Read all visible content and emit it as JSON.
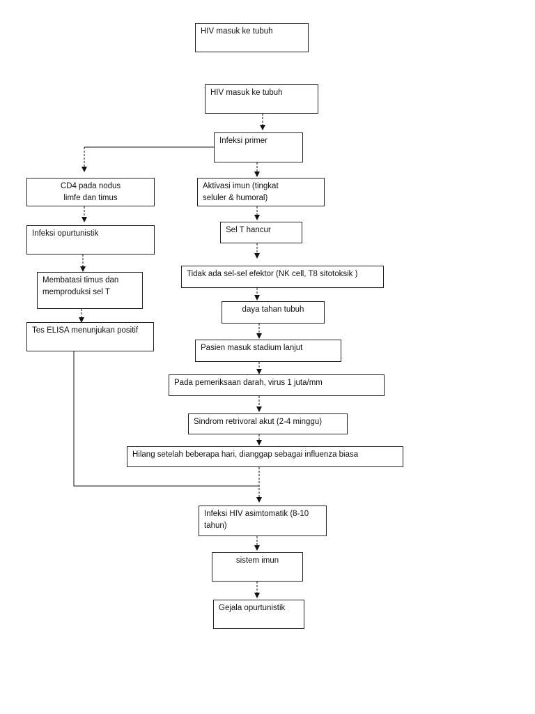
{
  "boxes": {
    "b0": "HIV masuk ke tubuh",
    "b1": "HIV masuk ke tubuh",
    "b2": "Infeksi primer",
    "b3": "CD4 pada nodus\nlimfe dan timus",
    "b4": "Aktivasi imun          (tingkat\nseluler & humoral)",
    "b5": "Infeksi opurtunistik",
    "b6": "Sel T hancur",
    "b7": "Membatasi timus dan\nmemproduksi sel T",
    "b8": "Tidak ada sel-sel efektor (NK cell, T8 sitotoksik )",
    "b9": "daya tahan tubuh",
    "b10": "Tes ELISA menunjukan positif",
    "b11": "Pasien masuk stadium lanjut",
    "b12": "Pada pemeriksaan darah, virus 1 juta/mm",
    "b13": "Sindrom retrivoral akut (2-4 minggu)",
    "b14": "Hilang setelah beberapa hari, dianggap sebagai influenza biasa",
    "b15": "Infeksi HIV asimtomatik (8-10\ntahun)",
    "b16": "sistem imun",
    "b17": "Gejala opurtunistik"
  }
}
